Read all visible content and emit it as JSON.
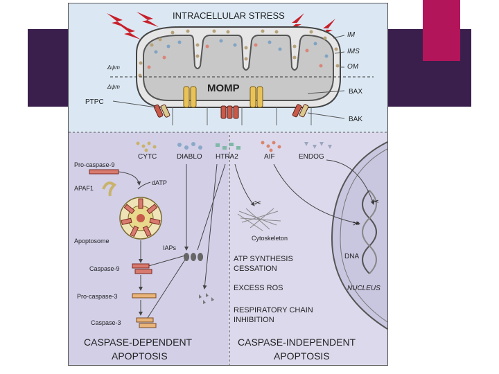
{
  "slide": {
    "accent_colors": {
      "band": "#3a1f4d",
      "square": "#b3155a"
    }
  },
  "diagram": {
    "title": "INTRACELLULAR STRESS",
    "membranes": {
      "im": "IM",
      "ims": "IMS",
      "om": "OM"
    },
    "delta_psi": "Δψm",
    "momp": "MOMP",
    "ptpc": "PTPC",
    "bax": "BAX",
    "bak": "BAK",
    "released": {
      "cytc": "CYTC",
      "diablo": "DIABLO",
      "htra2": "HTRA2",
      "aif": "AIF",
      "endog": "ENDOG"
    },
    "left": {
      "procaspase9": "Pro-caspase-9",
      "apaf1": "APAF1",
      "datp": "dATP",
      "apoptosome": "Apoptosome",
      "iaps": "IAPs",
      "caspase9": "Caspase-9",
      "procaspase3": "Pro-caspase-3",
      "caspase3": "Caspase-3",
      "footer_line1": "CASPASE-DEPENDENT",
      "footer_line2": "APOPTOSIS"
    },
    "right": {
      "cytoskeleton": "Cytoskeleton",
      "atp_line1": "ATP SYNTHESIS",
      "atp_line2": "CESSATION",
      "ros": "EXCESS ROS",
      "resp_line1": "RESPIRATORY CHAIN",
      "resp_line2": "INHIBITION",
      "dna": "DNA",
      "nucleus": "NUCLEUS",
      "footer_line1": "CASPASE-INDEPENDENT",
      "footer_line2": "APOPTOSIS"
    }
  }
}
